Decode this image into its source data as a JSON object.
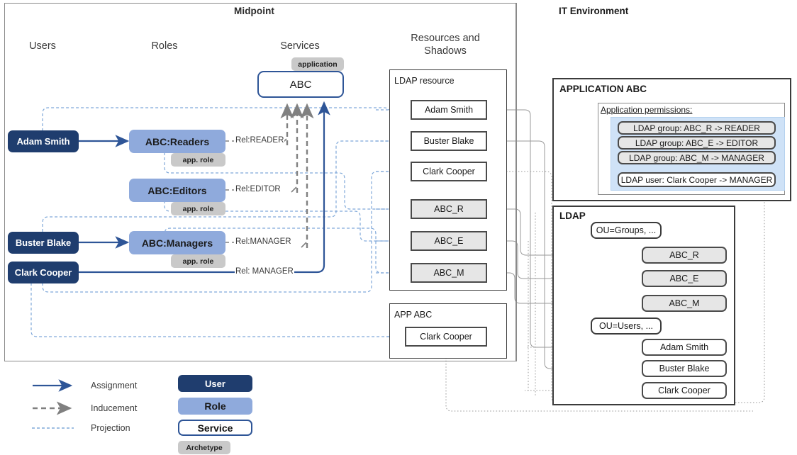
{
  "sections": {
    "midpoint_title": "Midpoint",
    "it_title": "IT Environment"
  },
  "columns": {
    "users": "Users",
    "roles": "Roles",
    "services": "Services",
    "resources_line1": "Resources and",
    "resources_line2": "Shadows"
  },
  "users": [
    {
      "label": "Adam Smith"
    },
    {
      "label": "Buster Blake"
    },
    {
      "label": "Clark Cooper"
    }
  ],
  "roles": [
    {
      "label": "ABC:Readers",
      "archetype": "app. role",
      "relation": "Rel:READER"
    },
    {
      "label": "ABC:Editors",
      "archetype": "app. role",
      "relation": "Rel:EDITOR"
    },
    {
      "label": "ABC:Managers",
      "archetype": "app. role",
      "relation": "Rel:MANAGER"
    }
  ],
  "direct_relation": "Rel: MANAGER",
  "service": {
    "label": "ABC",
    "archetype": "application"
  },
  "ldap_resource": {
    "title": "LDAP resource",
    "shadows": [
      {
        "label": "Adam Smith",
        "kind": "account"
      },
      {
        "label": "Buster Blake",
        "kind": "account"
      },
      {
        "label": "Clark Cooper",
        "kind": "account"
      },
      {
        "label": "ABC_R",
        "kind": "group"
      },
      {
        "label": "ABC_E",
        "kind": "group"
      },
      {
        "label": "ABC_M",
        "kind": "group"
      }
    ]
  },
  "app_abc_resource": {
    "title": "APP ABC",
    "shadows": [
      {
        "label": "Clark Cooper",
        "kind": "account"
      }
    ]
  },
  "application_abc": {
    "title": "APPLICATION ABC",
    "permissions_label": "Application permissions:",
    "group_permissions": [
      "LDAP group: ABC_R  ->  READER",
      "LDAP group: ABC_E  ->  EDITOR",
      "LDAP group: ABC_M  ->  MANAGER"
    ],
    "user_permissions": [
      "LDAP user: Clark Cooper -> MANAGER"
    ]
  },
  "ldap_directory": {
    "title": "LDAP",
    "ou_groups": "OU=Groups, ...",
    "groups": [
      "ABC_R",
      "ABC_E",
      "ABC_M"
    ],
    "ou_users": "OU=Users, ...",
    "users": [
      "Adam Smith",
      "Buster Blake",
      "Clark Cooper"
    ]
  },
  "legend": {
    "lines": [
      {
        "label": "Assignment",
        "style": "solid",
        "color": "#2e5597"
      },
      {
        "label": "Inducement",
        "style": "dashed",
        "color": "#808080"
      },
      {
        "label": "Projection",
        "style": "dotted",
        "color": "#7fa8d9"
      }
    ],
    "chips": [
      {
        "label": "User",
        "type": "user"
      },
      {
        "label": "Role",
        "type": "role"
      },
      {
        "label": "Service",
        "type": "service"
      },
      {
        "label": "Archetype",
        "type": "archetype"
      }
    ]
  },
  "colors": {
    "user_fill": "#1f3d6e",
    "role_fill": "#8faadc",
    "service_border": "#2e5597",
    "archetype_fill": "#c9c9c9",
    "shadow_group_fill": "#e6e6e6",
    "permission_panel_fill": "#cfe2f7",
    "assignment_line": "#2e5597",
    "inducement_line": "#808080",
    "projection_line": "#7fa8d9",
    "connector_line": "#9a9a9a"
  }
}
